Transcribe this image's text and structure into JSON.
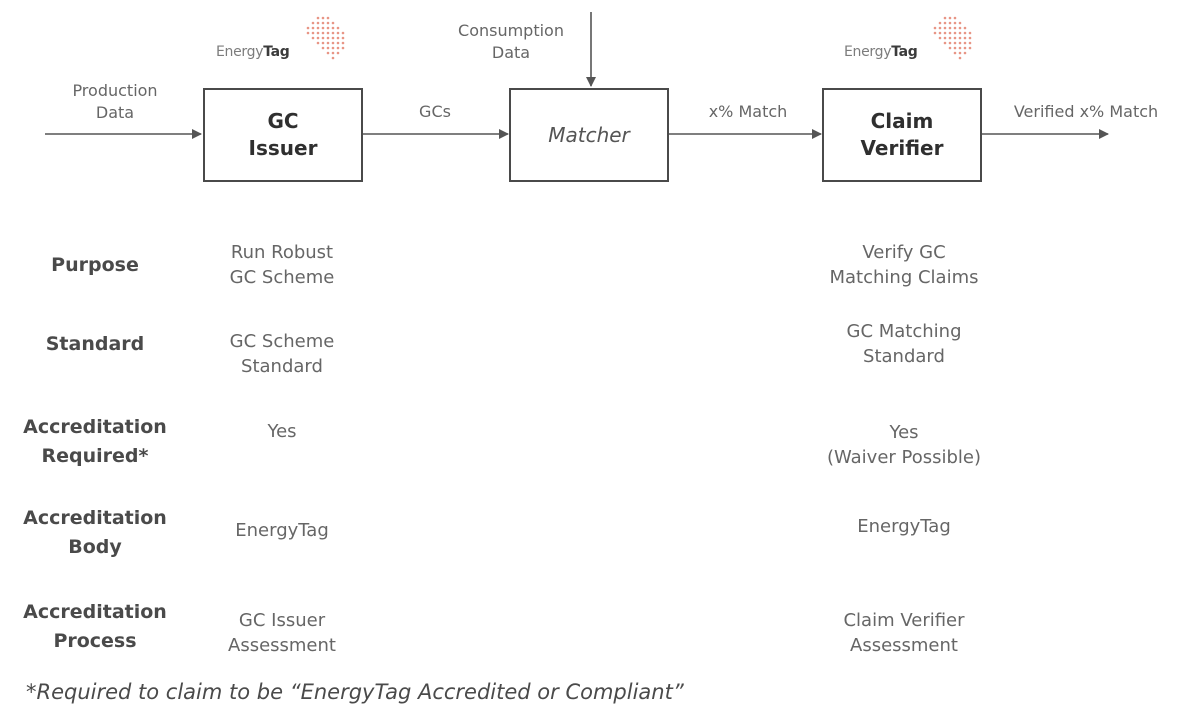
{
  "logos": [
    {
      "prefix": "Energy",
      "strong": "Tag"
    },
    {
      "prefix": "Energy",
      "strong": "Tag"
    }
  ],
  "flow": {
    "inputs": {
      "production": "Production\nData",
      "consumption": "Consumption\nData"
    },
    "boxes": {
      "gc_issuer": "GC\nIssuer",
      "matcher": "Matcher",
      "claim_verifier": "Claim\nVerifier"
    },
    "edges": {
      "gcs": "GCs",
      "match": "x% Match",
      "verified": "Verified x% Match"
    }
  },
  "table": {
    "rows": [
      {
        "label": "Purpose",
        "issuer": "Run Robust\nGC Scheme",
        "verifier": "Verify GC\nMatching Claims"
      },
      {
        "label": "Standard",
        "issuer": "GC Scheme\nStandard",
        "verifier": "GC Matching\nStandard"
      },
      {
        "label": "Accreditation\nRequired*",
        "issuer": "Yes",
        "verifier": "Yes\n(Waiver Possible)"
      },
      {
        "label": "Accreditation\nBody",
        "issuer": "EnergyTag",
        "verifier": "EnergyTag"
      },
      {
        "label": "Accreditation\nProcess",
        "issuer": "GC Issuer\nAssessment",
        "verifier": "Claim Verifier\nAssessment"
      }
    ]
  },
  "footnote": "*Required to claim to be “EnergyTag Accredited or Compliant”",
  "colors": {
    "box_border": "#4a4a4a",
    "logo_dots": "#e08a7a",
    "text": "#666666"
  }
}
